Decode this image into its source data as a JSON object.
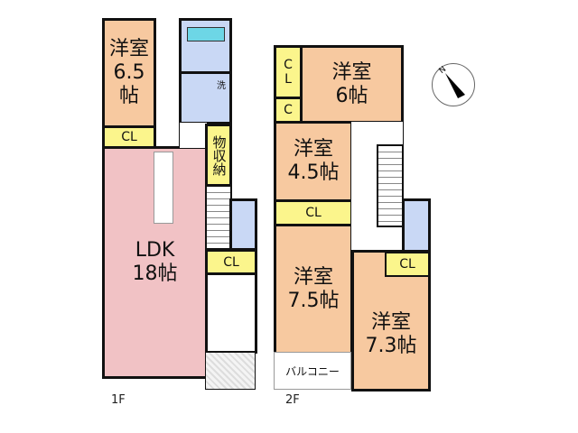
{
  "floor1": {
    "label": "1F",
    "room_western": "洋室",
    "room_western_size": "6.5帖",
    "cl": "CL",
    "ldk": "LDK",
    "ldk_size": "18帖",
    "wash": "洗",
    "storage": "物収納",
    "cl2": "CL"
  },
  "floor2": {
    "label": "2F",
    "cl_v": "CL",
    "c": "C",
    "r6": "洋室",
    "r6_size": "6帖",
    "r45": "洋室",
    "r45_size": "4.5帖",
    "cl45": "CL",
    "r75": "洋室",
    "r75_size": "7.5帖",
    "r73": "洋室",
    "r73_size": "7.3帖",
    "cl73": "CL",
    "balcony": "バルコニー"
  },
  "compass": "N"
}
